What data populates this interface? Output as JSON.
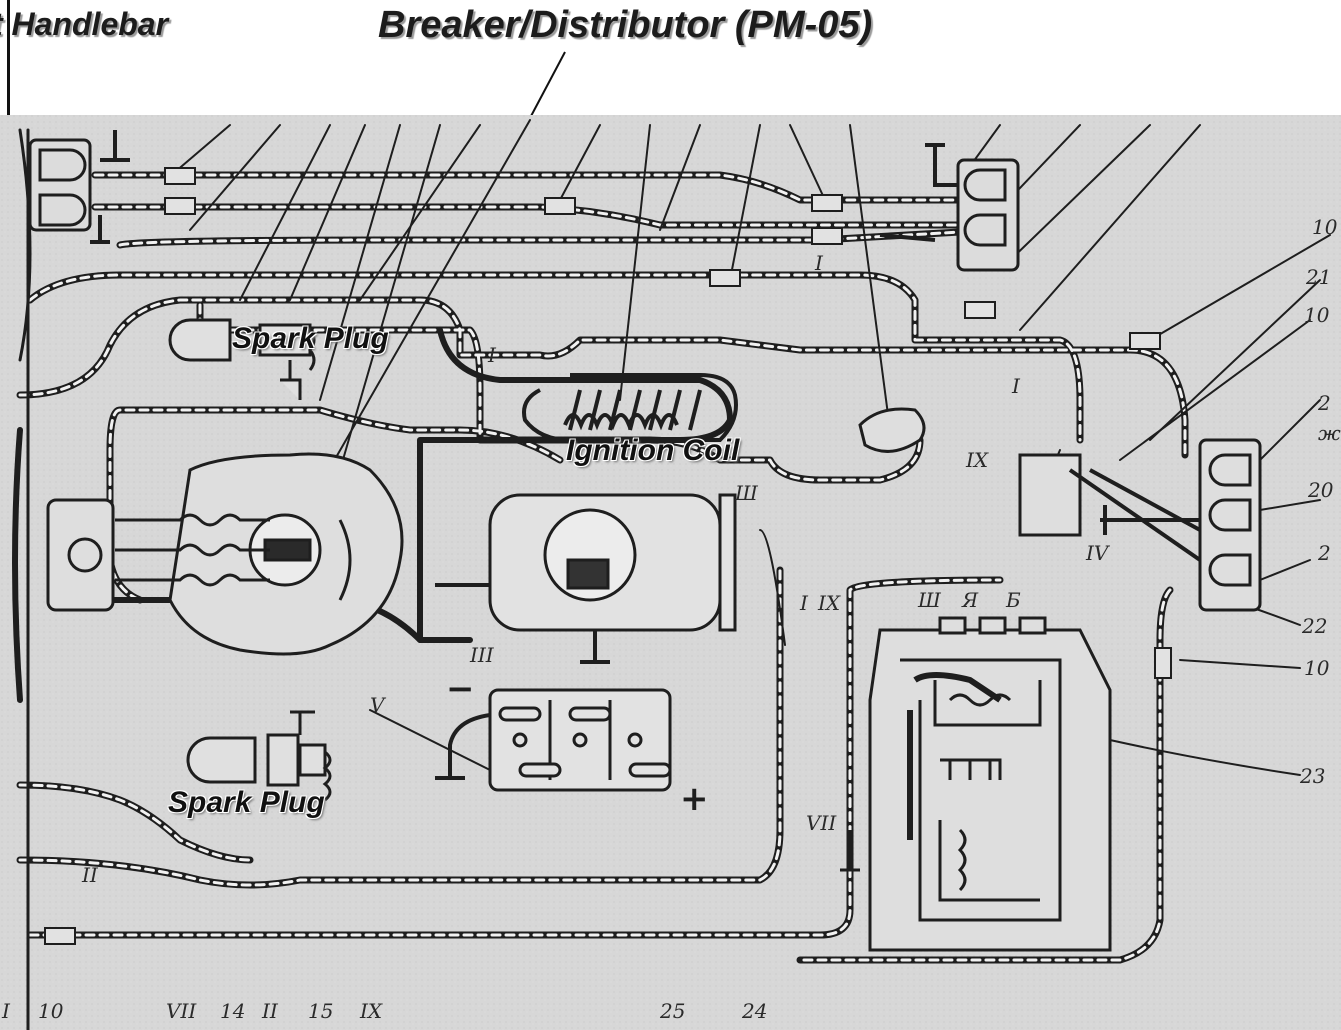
{
  "titles": {
    "left_cropped": "t Handlebar",
    "main": "Breaker/Distributor (PM-05)"
  },
  "callouts": {
    "spark_plug_top": "Spark Plug",
    "ignition_coil": "Ignition Coil",
    "spark_plug_bottom": "Spark Plug"
  },
  "diagram_labels": {
    "right": [
      "10",
      "21",
      "10",
      "2",
      "ж",
      "20",
      "2",
      "22",
      "10",
      "23"
    ],
    "bottom": [
      "I",
      "10",
      "VII",
      "14",
      "II",
      "15",
      "IX",
      "25",
      "24"
    ],
    "wires": [
      "I",
      "I",
      "I",
      "IX",
      "IV",
      "III",
      "V",
      "I",
      "IX",
      "VII",
      "II"
    ],
    "terminals": [
      "Ш",
      "Я",
      "Б"
    ],
    "generator_terminal": "Ш",
    "minus": "−",
    "plus": "+"
  },
  "colors": {
    "paper": "#d9d9d9",
    "ink": "#1e1e1e",
    "callout_text": "#111111"
  }
}
